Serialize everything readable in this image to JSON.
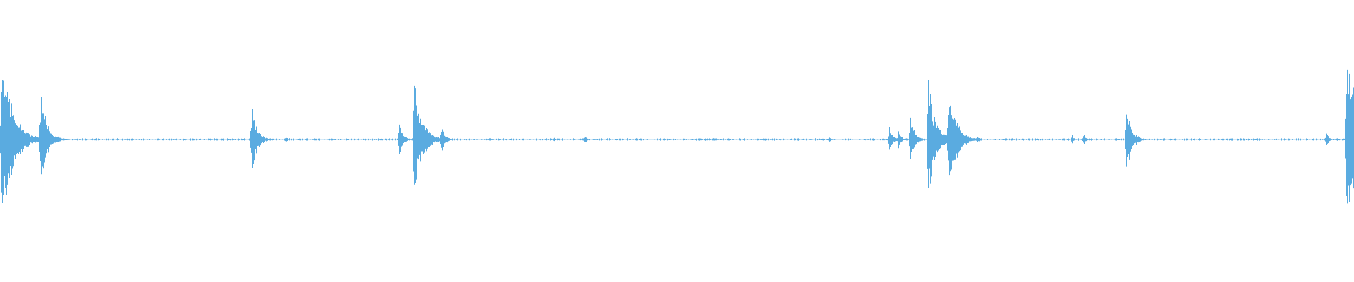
{
  "colors": {
    "background": "#ffffff",
    "waveform": "#5aabe0"
  },
  "waveform": {
    "description_visible": false,
    "events": [
      {
        "time": 0.001,
        "peak": 0.98
      },
      {
        "time": 0.006,
        "peak": 0.22
      },
      {
        "time": 0.03,
        "peak": 0.5
      },
      {
        "time": 0.186,
        "peak": 0.38
      },
      {
        "time": 0.211,
        "peak": 0.04
      },
      {
        "time": 0.295,
        "peak": 0.2
      },
      {
        "time": 0.306,
        "peak": 0.66
      },
      {
        "time": 0.326,
        "peak": 0.18
      },
      {
        "time": 0.409,
        "peak": 0.03
      },
      {
        "time": 0.432,
        "peak": 0.05
      },
      {
        "time": 0.613,
        "peak": 0.03
      },
      {
        "time": 0.657,
        "peak": 0.16
      },
      {
        "time": 0.664,
        "peak": 0.1
      },
      {
        "time": 0.673,
        "peak": 0.26
      },
      {
        "time": 0.686,
        "peak": 0.64
      },
      {
        "time": 0.701,
        "peak": 0.62
      },
      {
        "time": 0.705,
        "peak": 0.36
      },
      {
        "time": 0.722,
        "peak": 0.04
      },
      {
        "time": 0.792,
        "peak": 0.05
      },
      {
        "time": 0.801,
        "peak": 0.06
      },
      {
        "time": 0.832,
        "peak": 0.38
      },
      {
        "time": 0.98,
        "peak": 0.08
      },
      {
        "time": 0.995,
        "peak": 0.96
      },
      {
        "time": 0.999,
        "peak": 0.8
      }
    ]
  }
}
